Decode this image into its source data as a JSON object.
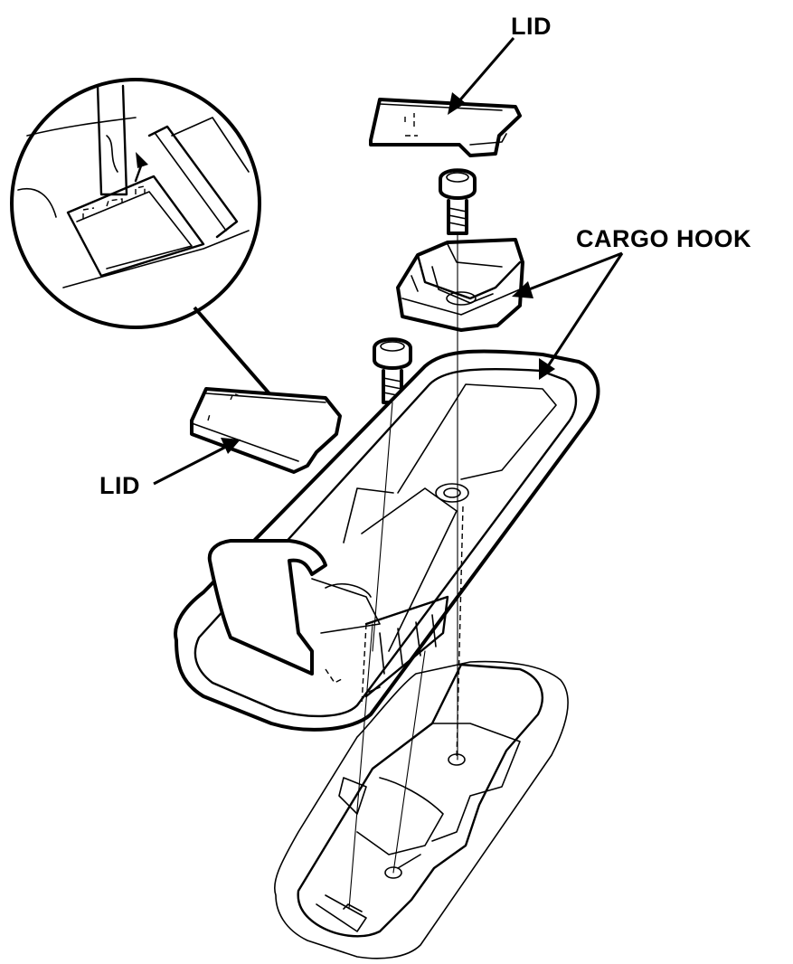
{
  "labels": {
    "lid_top": "LID",
    "lid_left": "LID",
    "cargo_hook": "CARGO HOOK"
  },
  "colors": {
    "line": "#000000",
    "background": "#ffffff"
  }
}
